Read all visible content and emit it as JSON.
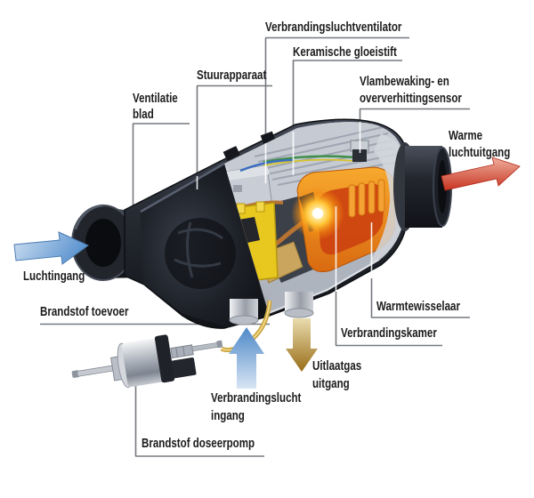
{
  "diagram": {
    "labels": {
      "verbrandingsluchtventilator": "Verbrandingsluchtventilator",
      "keramische_gloeistift": "Keramische gloeistift",
      "stuurapparaat": "Stuurapparaat",
      "vlambewaking_1": "Vlambewaking- en",
      "vlambewaking_2": "oververhittingsensor",
      "ventilatie_1": "Ventilatie",
      "ventilatie_2": "blad",
      "warme_1": "Warme",
      "warme_2": "luchtuitgang",
      "luchtingang": "Luchtingang",
      "brandstof_toevoer": "Brandstof toevoer",
      "warmtewisselaar": "Warmtewisselaar",
      "verbrandingskamer": "Verbrandingskamer",
      "uitlaatgas_1": "Uitlaatgas",
      "uitlaatgas_2": "uitgang",
      "verbrandingslucht_1": "Verbrandingslucht",
      "verbrandingslucht_2": "ingang",
      "brandstof_doseerpomp": "Brandstof doseerpomp"
    },
    "arrows": [
      {
        "name": "air-inlet-arrow",
        "direction": "right",
        "color": "#5b93cf"
      },
      {
        "name": "warm-air-outlet-arrow",
        "direction": "right-up",
        "color": "#c73420"
      },
      {
        "name": "combustion-air-inlet-arrow",
        "direction": "up",
        "color": "#4e88c8"
      },
      {
        "name": "exhaust-outlet-arrow",
        "direction": "down",
        "color": "#996d17"
      }
    ],
    "colors": {
      "background": "#ffffff",
      "label_text": "#1c1c1e",
      "leader_line": "#75797f",
      "casing": "#23262e",
      "interior_metal": "#c6cbd3",
      "combustion_chamber": "#e8821a",
      "combustion_glow": "#ffeb9a",
      "connector_block": "#e8c71e",
      "fuel_line": "#caa33c"
    }
  }
}
